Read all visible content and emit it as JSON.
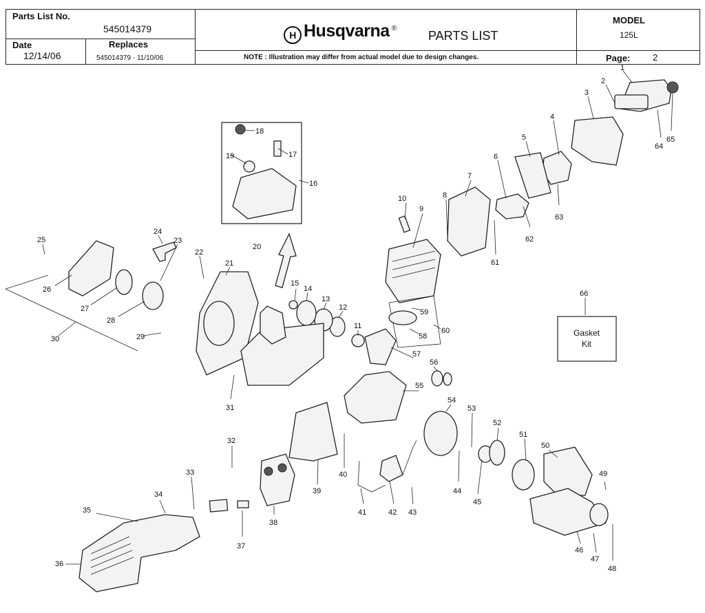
{
  "header": {
    "parts_list_no_label": "Parts List No.",
    "parts_list_no": "545014379",
    "date_label": "Date",
    "date": "12/14/06",
    "replaces_label": "Replaces",
    "replaces": "545014379 - 11/10/06",
    "brand": "Husqvarna",
    "registered": "®",
    "doc_title": "PARTS LIST",
    "note": "NOTE : Illustration may differ from actual model due to design changes.",
    "model_label": "MODEL",
    "model": "125L",
    "page_label": "Page:",
    "page": "2"
  },
  "gasket_kit": {
    "label_line1": "Gasket",
    "label_line2": "Kit"
  },
  "callouts": [
    "1",
    "2",
    "3",
    "4",
    "5",
    "6",
    "7",
    "8",
    "9",
    "10",
    "11",
    "12",
    "13",
    "14",
    "15",
    "16",
    "17",
    "18",
    "19",
    "20",
    "21",
    "22",
    "23",
    "24",
    "25",
    "26",
    "27",
    "28",
    "29",
    "30",
    "31",
    "32",
    "33",
    "34",
    "35",
    "36",
    "37",
    "38",
    "39",
    "40",
    "41",
    "42",
    "43",
    "44",
    "45",
    "46",
    "47",
    "48",
    "49",
    "50",
    "51",
    "52",
    "53",
    "54",
    "55",
    "56",
    "57",
    "58",
    "59",
    "60",
    "61",
    "62",
    "63",
    "64",
    "65",
    "66"
  ]
}
